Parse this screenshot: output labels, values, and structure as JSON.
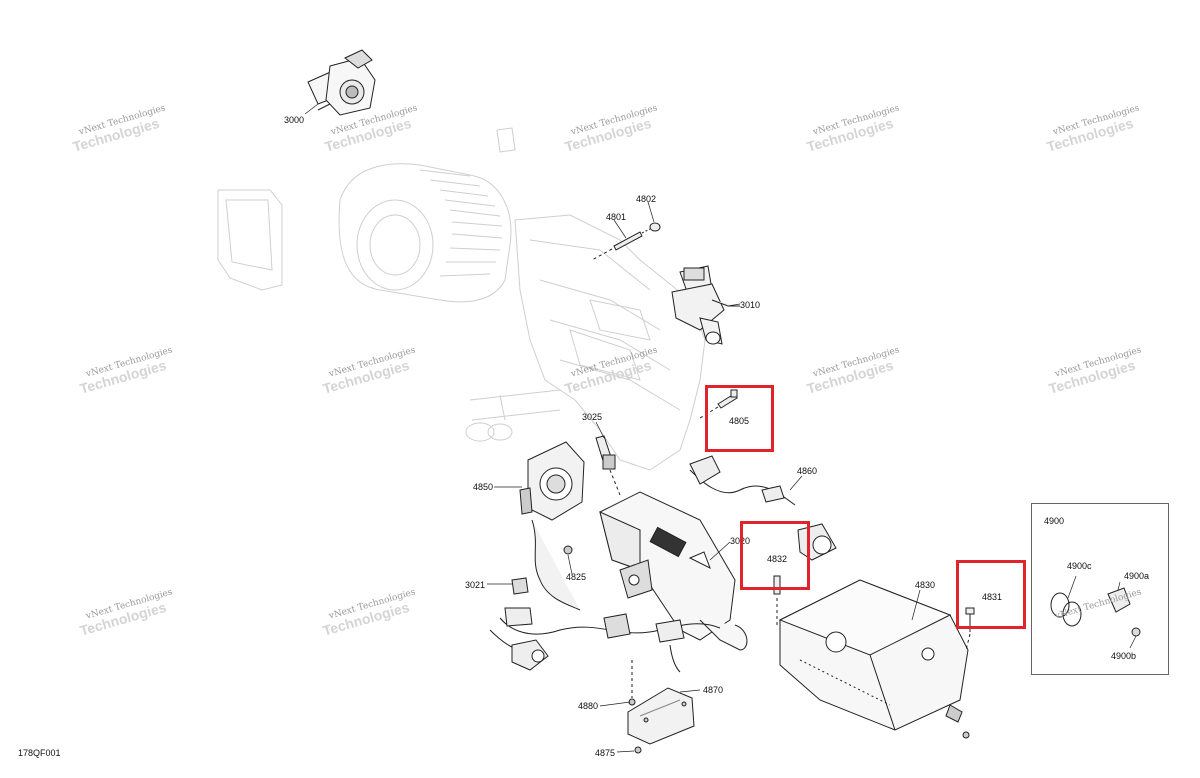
{
  "diagram_id": "178QF001",
  "inset_title": "4900",
  "watermark": {
    "line1": "vNext Technologies",
    "line2": "Technologies"
  },
  "parts": {
    "p3000": "3000",
    "p4802": "4802",
    "p4801": "4801",
    "p3010": "3010",
    "p3025": "3025",
    "p4850": "4850",
    "p4860": "4860",
    "p3020": "3020",
    "p4825": "4825",
    "p3021": "3021",
    "p4830": "4830",
    "p4870": "4870",
    "p4880": "4880",
    "p4875": "4875",
    "p4900c": "4900c",
    "p4900a": "4900a",
    "p4900b": "4900b"
  },
  "highlighted": {
    "h4805": "4805",
    "h4832": "4832",
    "h4831": "4831"
  },
  "colors": {
    "highlight": "#e0242c",
    "ghost": "#d0d0d0",
    "line": "#222222",
    "watermark": "#c8c8c8"
  }
}
